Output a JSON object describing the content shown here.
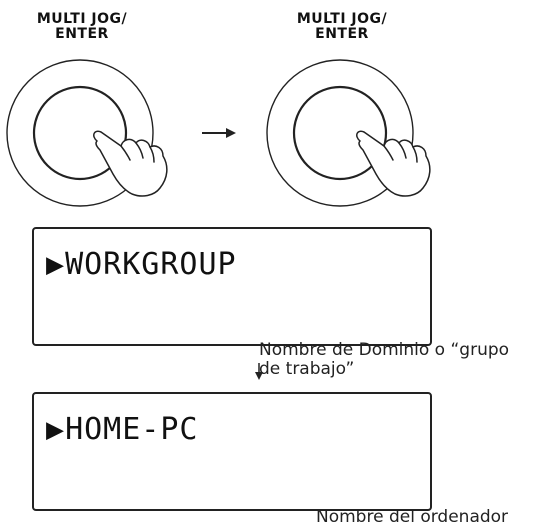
{
  "knob_left": {
    "label_line1": "MULTI JOG/",
    "label_line2": "ENTER"
  },
  "knob_right": {
    "label_line1": "MULTI JOG/",
    "label_line2": "ENTER"
  },
  "arrow_symbol": "→",
  "display_1": {
    "marker": "▶",
    "text": "WORKGROUP"
  },
  "callout_1": {
    "line1": "Nombre de Dominio o “grupo",
    "line2": "de trabajo”"
  },
  "display_2": {
    "marker": "▶",
    "text": "HOME-PC"
  },
  "callout_2": {
    "line1": "Nombre del ordenador"
  }
}
